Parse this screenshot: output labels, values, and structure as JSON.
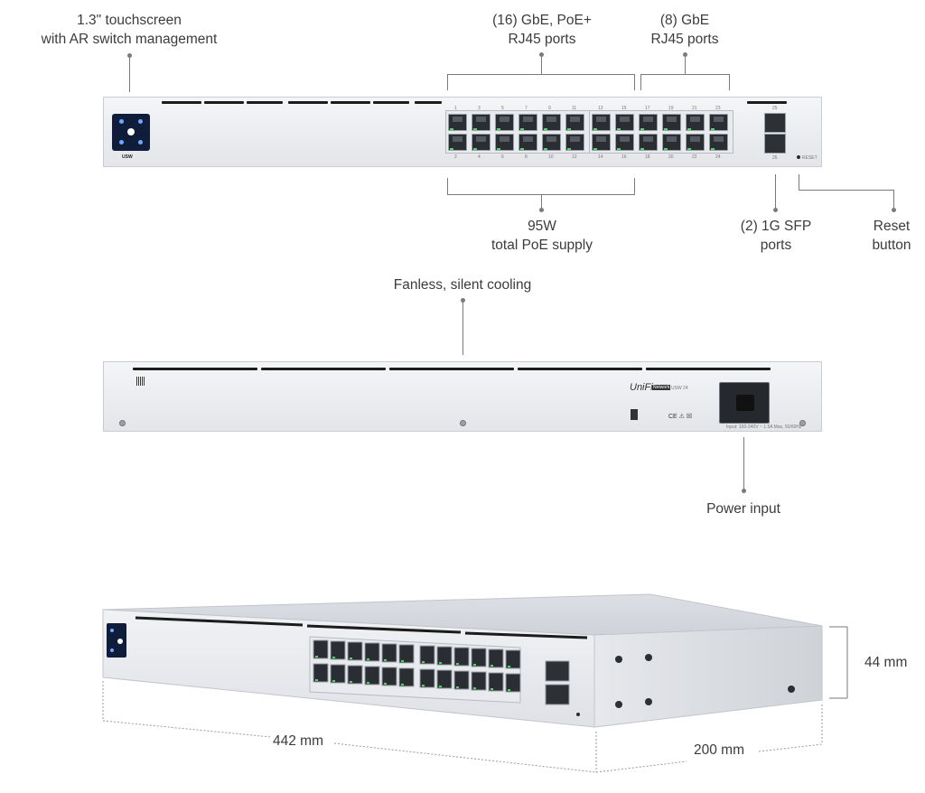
{
  "callouts": {
    "touchscreen": [
      "1.3\" touchscreen",
      "with AR switch management"
    ],
    "poe_ports": [
      "(16) GbE, PoE+",
      "RJ45 ports"
    ],
    "gbe_ports": [
      "(8) GbE",
      "RJ45 ports"
    ],
    "poe_supply": [
      "95W",
      "total PoE supply"
    ],
    "sfp_ports": [
      "(2) 1G SFP",
      "ports"
    ],
    "reset": [
      "Reset",
      "button"
    ],
    "cooling": "Fanless, silent cooling",
    "power": "Power input"
  },
  "dimensions": {
    "width": "442 mm",
    "depth": "200 mm",
    "height": "44 mm"
  },
  "device": {
    "model_badge": "USW",
    "reset_label": "RESET",
    "sfp_label_top": "25",
    "sfp_label_bottom": "26",
    "top_port_labels": [
      "1",
      "3",
      "5",
      "7",
      "9",
      "11",
      "13",
      "15",
      "17",
      "19",
      "21",
      "23"
    ],
    "bottom_port_labels": [
      "2",
      "4",
      "6",
      "8",
      "10",
      "12",
      "14",
      "16",
      "18",
      "20",
      "22",
      "24"
    ],
    "brand": "UniFi",
    "brand_tag": "Network",
    "product": "USW 24",
    "rating": "Input: 100-240V ~ 1.5A Max, 50/60Hz",
    "compliance": "CE ⚠ ☒"
  },
  "colors": {
    "leader": "#7a7a7a",
    "led": "#57d36b",
    "screen": "#0f1d3a",
    "chassis": "#e3e5e9"
  }
}
